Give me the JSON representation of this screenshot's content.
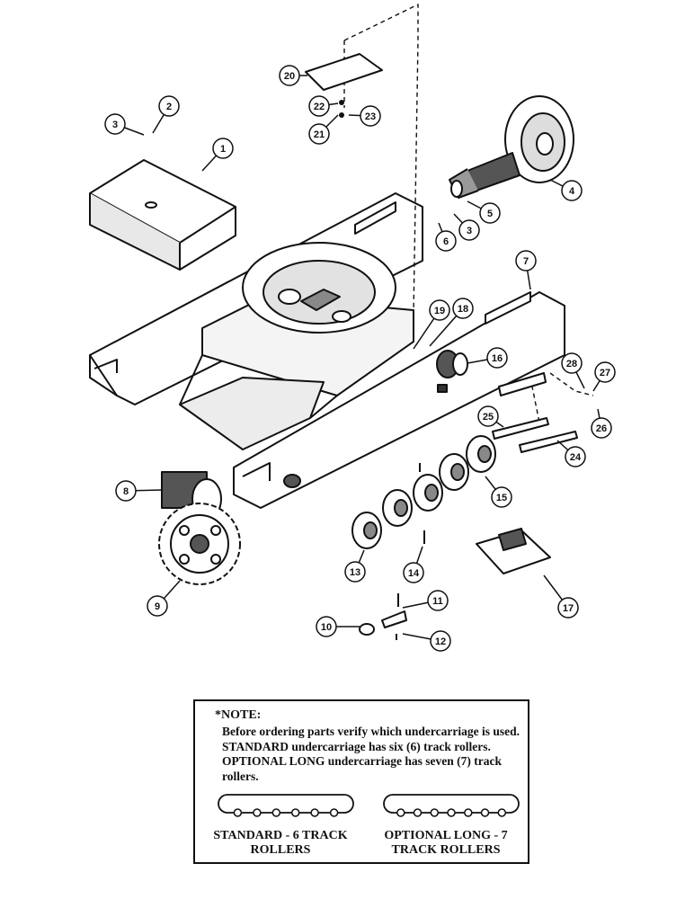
{
  "callouts": [
    "1",
    "2",
    "3",
    "4",
    "5",
    "6",
    "3",
    "7",
    "8",
    "9",
    "10",
    "11",
    "12",
    "13",
    "14",
    "15",
    "16",
    "17",
    "18",
    "19",
    "20",
    "21",
    "22",
    "23",
    "24",
    "25",
    "26",
    "27",
    "28"
  ],
  "note": {
    "title": "*NOTE:",
    "body": "Before ordering parts verify which undercarriage is used. STANDARD undercarriage has six (6) track rollers. OPTIONAL LONG undercarriage has seven (7) track rollers.",
    "standard_label": "STANDARD - 6 TRACK ROLLERS",
    "optional_label": "OPTIONAL LONG - 7 TRACK ROLLERS",
    "standard_rollers": 6,
    "optional_rollers": 7
  }
}
